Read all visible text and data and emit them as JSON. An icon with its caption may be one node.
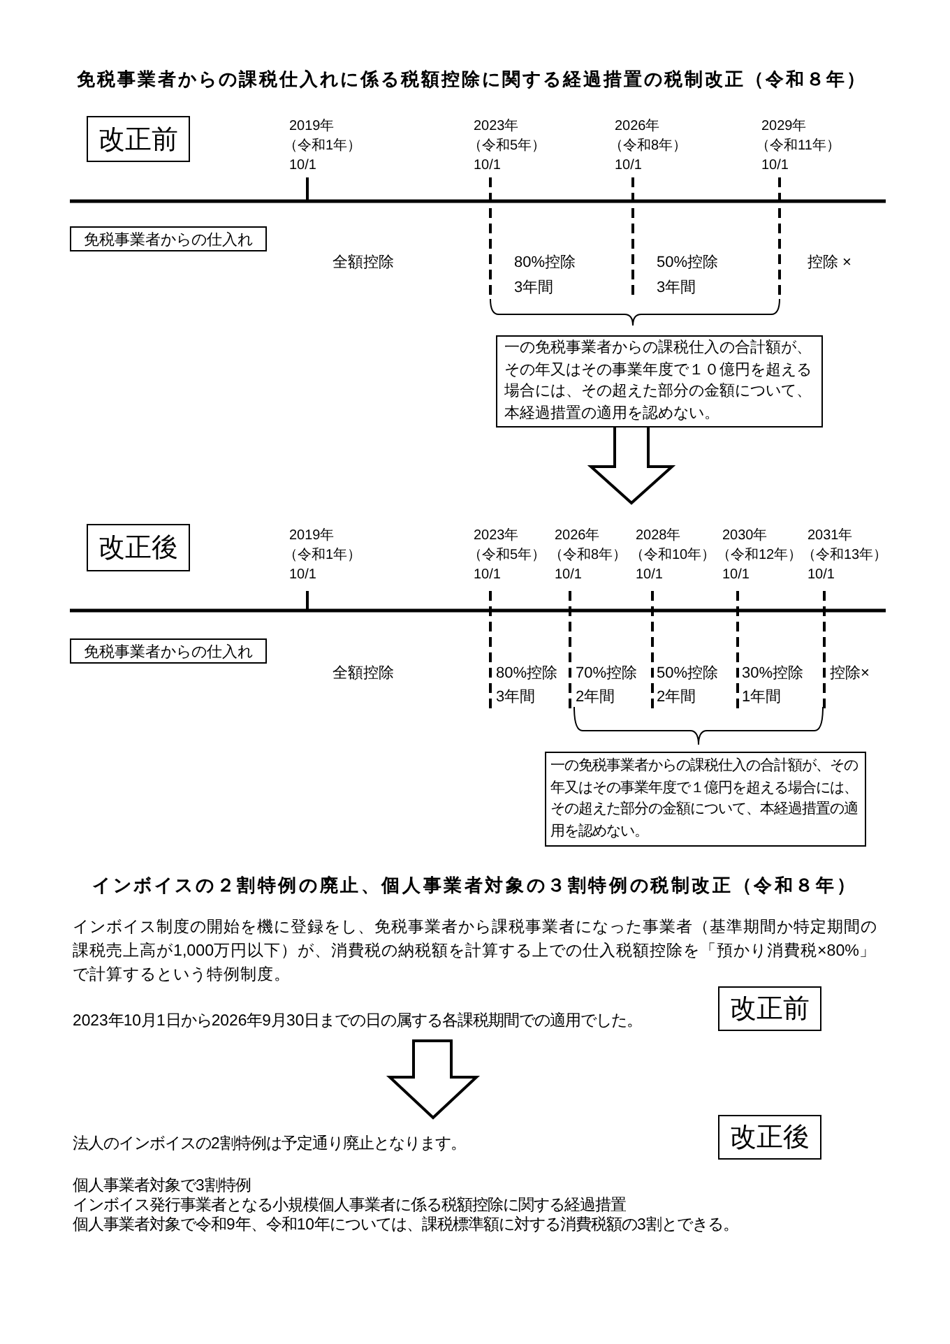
{
  "diagram": {
    "title": "免税事業者からの課税仕入れに係る税額控除に関する経過措置の税制改正（令和８年）",
    "nodes": [
      {
        "text": [
          "改正前"
        ]
      },
      {
        "text": [
          "免税事業者からの仕入れ"
        ]
      },
      {
        "text": [
          "一の免税事業者からの課税仕入の合計額が、その年又はその事業年度で１０億円を超える場合には、その超えた部分の金額について、本経過措置の適用を認めない。"
        ]
      },
      {
        "text": [
          "改正後"
        ]
      },
      {
        "text": [
          "免税事業者からの仕入れ"
        ]
      },
      {
        "text": [
          "一の免税事業者からの課税仕入の合計額が、その年又はその事業年度で１億円を超える場合には、その超えた部分の金額について、本経過措置の適用を認めない。"
        ]
      },
      {
        "text": [
          "改正前"
        ]
      },
      {
        "text": [
          "改正後"
        ]
      }
    ],
    "labels": [
      "2019年",
      "（令和1年）",
      "10/1",
      "2023年",
      "（令和5年）",
      "10/1",
      "2026年",
      "（令和8年）",
      "10/1",
      "2029年",
      "（令和11年）",
      "10/1",
      "全額控除",
      "80%控除",
      "3年間",
      "50%控除",
      "3年間",
      "控除 ×",
      "2019年",
      "（令和1年）",
      "10/1",
      "2023年",
      "（令和5年）",
      "10/1",
      "2026年",
      "（令和8年）",
      "10/1",
      "2028年",
      "（令和10年）",
      "10/1",
      "2030年",
      "（令和12年）",
      "10/1",
      "2031年",
      "（令和13年）",
      "10/1",
      "全額控除",
      "80%控除",
      "3年間",
      "70%控除",
      "2年間",
      "50%控除",
      "2年間",
      "30%控除",
      "1年間",
      "控除×",
      "インボイスの２割特例の廃止、個人事業者対象の３割特例の税制改正（令和８年）",
      "インボイス制度の開始を機に登録をし、免税事業者から課税事業者になった事業者（基準期間か特定期間の課税売上高が1,000万円以下）が、消費税の納税額を計算する上での仕入税額控除を「預かり消費税×80%」で計算するという特例制度。",
      "2023年10月1日から2026年9月30日までの日の属する各課税期間での適用でした。",
      "法人のインボイスの2割特例は予定通り廃止となります。",
      "個人事業者対象で3割特例",
      "インボイス発行事業者となる小規模個人事業者に係る税額控除に関する経過措置",
      "個人事業者対象で令和9年、令和10年については、課税標準額に対する消費税額の3割とできる。"
    ]
  }
}
